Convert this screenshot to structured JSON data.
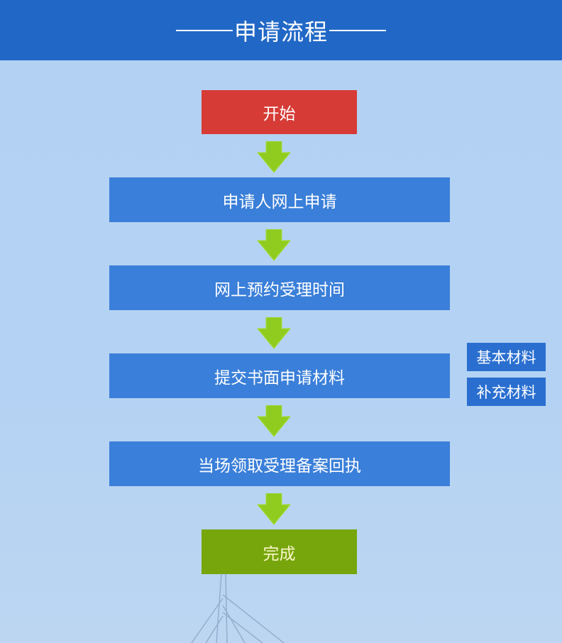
{
  "header": {
    "title": "申请流程",
    "background": "#2168c6"
  },
  "flow": {
    "start": {
      "label": "开始",
      "color": "#d63b36"
    },
    "steps": [
      {
        "label": "申请人网上申请"
      },
      {
        "label": "网上预约受理时间"
      },
      {
        "label": "提交书面申请材料"
      },
      {
        "label": "当场领取受理备案回执"
      }
    ],
    "end": {
      "label": "完成",
      "color": "#76a60c"
    },
    "step_color": "#3a7fd9",
    "arrow_color": "#8fcc1f"
  },
  "side_tags": [
    {
      "label": "基本材料"
    },
    {
      "label": "补充材料"
    }
  ]
}
